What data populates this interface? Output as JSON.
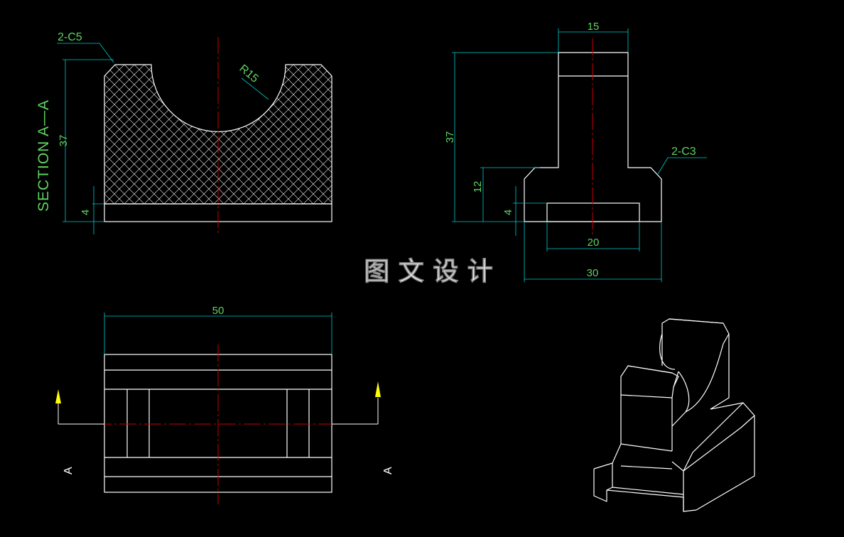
{
  "colors": {
    "background": "#000000",
    "outline": "#ffffff",
    "dimension": "#00cccc",
    "dimension_text": "#5fd35f",
    "centerline": "#cc0000",
    "arrow": "#ffff00",
    "hatch": "#ffffff"
  },
  "section_view": {
    "title": "SECTION  A—A",
    "chamfer_label": "2-C5",
    "radius_label": "R15",
    "dim_height": "37",
    "dim_base": "4"
  },
  "side_view": {
    "dim_top_width": "15",
    "dim_height": "37",
    "dim_step": "12",
    "dim_base": "4",
    "chamfer_label": "2-C3",
    "dim_slot_width": "20",
    "dim_total_width": "30"
  },
  "top_view": {
    "dim_width": "50",
    "section_mark_left": "A",
    "section_mark_right": "A"
  },
  "watermark": "图 文 设 计",
  "iso_view": {}
}
